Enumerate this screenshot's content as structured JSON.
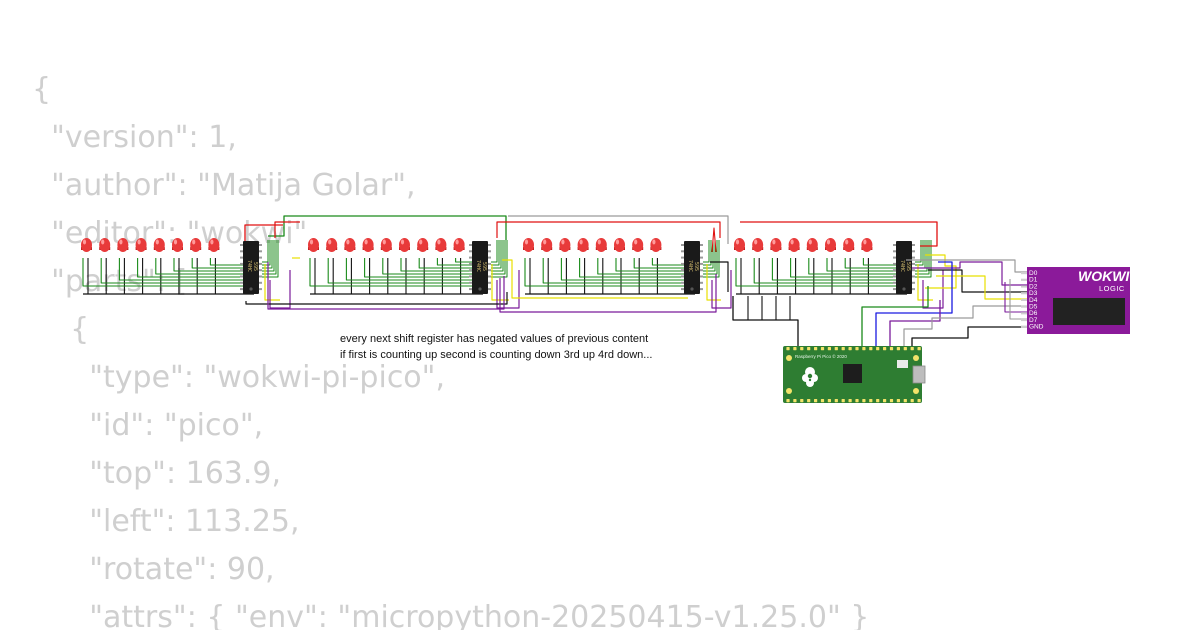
{
  "json_code": {
    "lines": [
      "{",
      "  \"version\": 1,",
      "  \"author\": \"Matija Golar\",",
      "  \"editor\": \"wokwi\",",
      "  \"parts\": [",
      "    {",
      "      \"type\": \"wokwi-pi-pico\",",
      "      \"id\": \"pico\",",
      "      \"top\": 163.9,",
      "      \"left\": 113.25,",
      "      \"rotate\": 90,",
      "      \"attrs\": { \"env\": \"micropython-20250415-v1.25.0\" }"
    ]
  },
  "note": {
    "line1": "every next shift register has negated values of previous content",
    "line2": "if first is counting up second is counting down 3rd up 4rd down..."
  },
  "logic_analyzer": {
    "brand": "WOKWI",
    "subtitle": "LOGIC",
    "pins": [
      "D0",
      "D1",
      "D2",
      "D3",
      "D4",
      "D5",
      "D6",
      "D7",
      "GND"
    ]
  },
  "pico": {
    "silkscreen": "Raspberry Pi Pico © 2020"
  },
  "shift_registers": {
    "label_line1": "74HC",
    "label_line2": "595"
  },
  "colors": {
    "led_red": "#e83a3a",
    "chip_black": "#1a1a1a",
    "pico_green": "#2e7d32",
    "logic_purple": "#8b1a9a",
    "wire_green": "#1a8a1a",
    "wire_red": "#e01010",
    "wire_yellow": "#e8e000",
    "wire_purple": "#7a1a9a",
    "wire_black": "#111111",
    "wire_gray": "#9a9a9a",
    "wire_blue": "#1a1ae0"
  }
}
